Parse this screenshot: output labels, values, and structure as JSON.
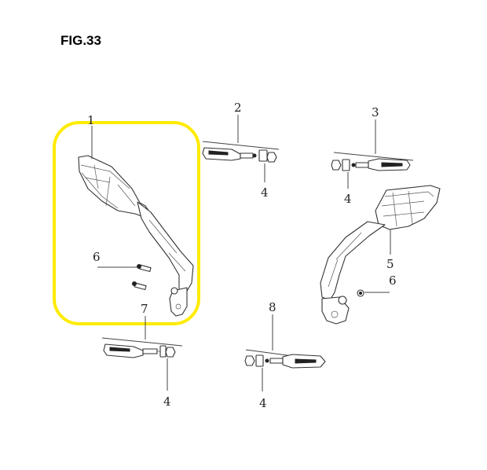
{
  "figure": {
    "title": "FIG.33"
  },
  "highlight": {
    "color": "#ffeb00"
  },
  "callouts": [
    {
      "id": "c1",
      "number": "1"
    },
    {
      "id": "c2",
      "number": "2"
    },
    {
      "id": "c3",
      "number": "3"
    },
    {
      "id": "c4a",
      "number": "4"
    },
    {
      "id": "c4b",
      "number": "4"
    },
    {
      "id": "c4c",
      "number": "4"
    },
    {
      "id": "c4d",
      "number": "4"
    },
    {
      "id": "c5",
      "number": "5"
    },
    {
      "id": "c6a",
      "number": "6"
    },
    {
      "id": "c6b",
      "number": "6"
    },
    {
      "id": "c7",
      "number": "7"
    },
    {
      "id": "c8",
      "number": "8"
    }
  ]
}
